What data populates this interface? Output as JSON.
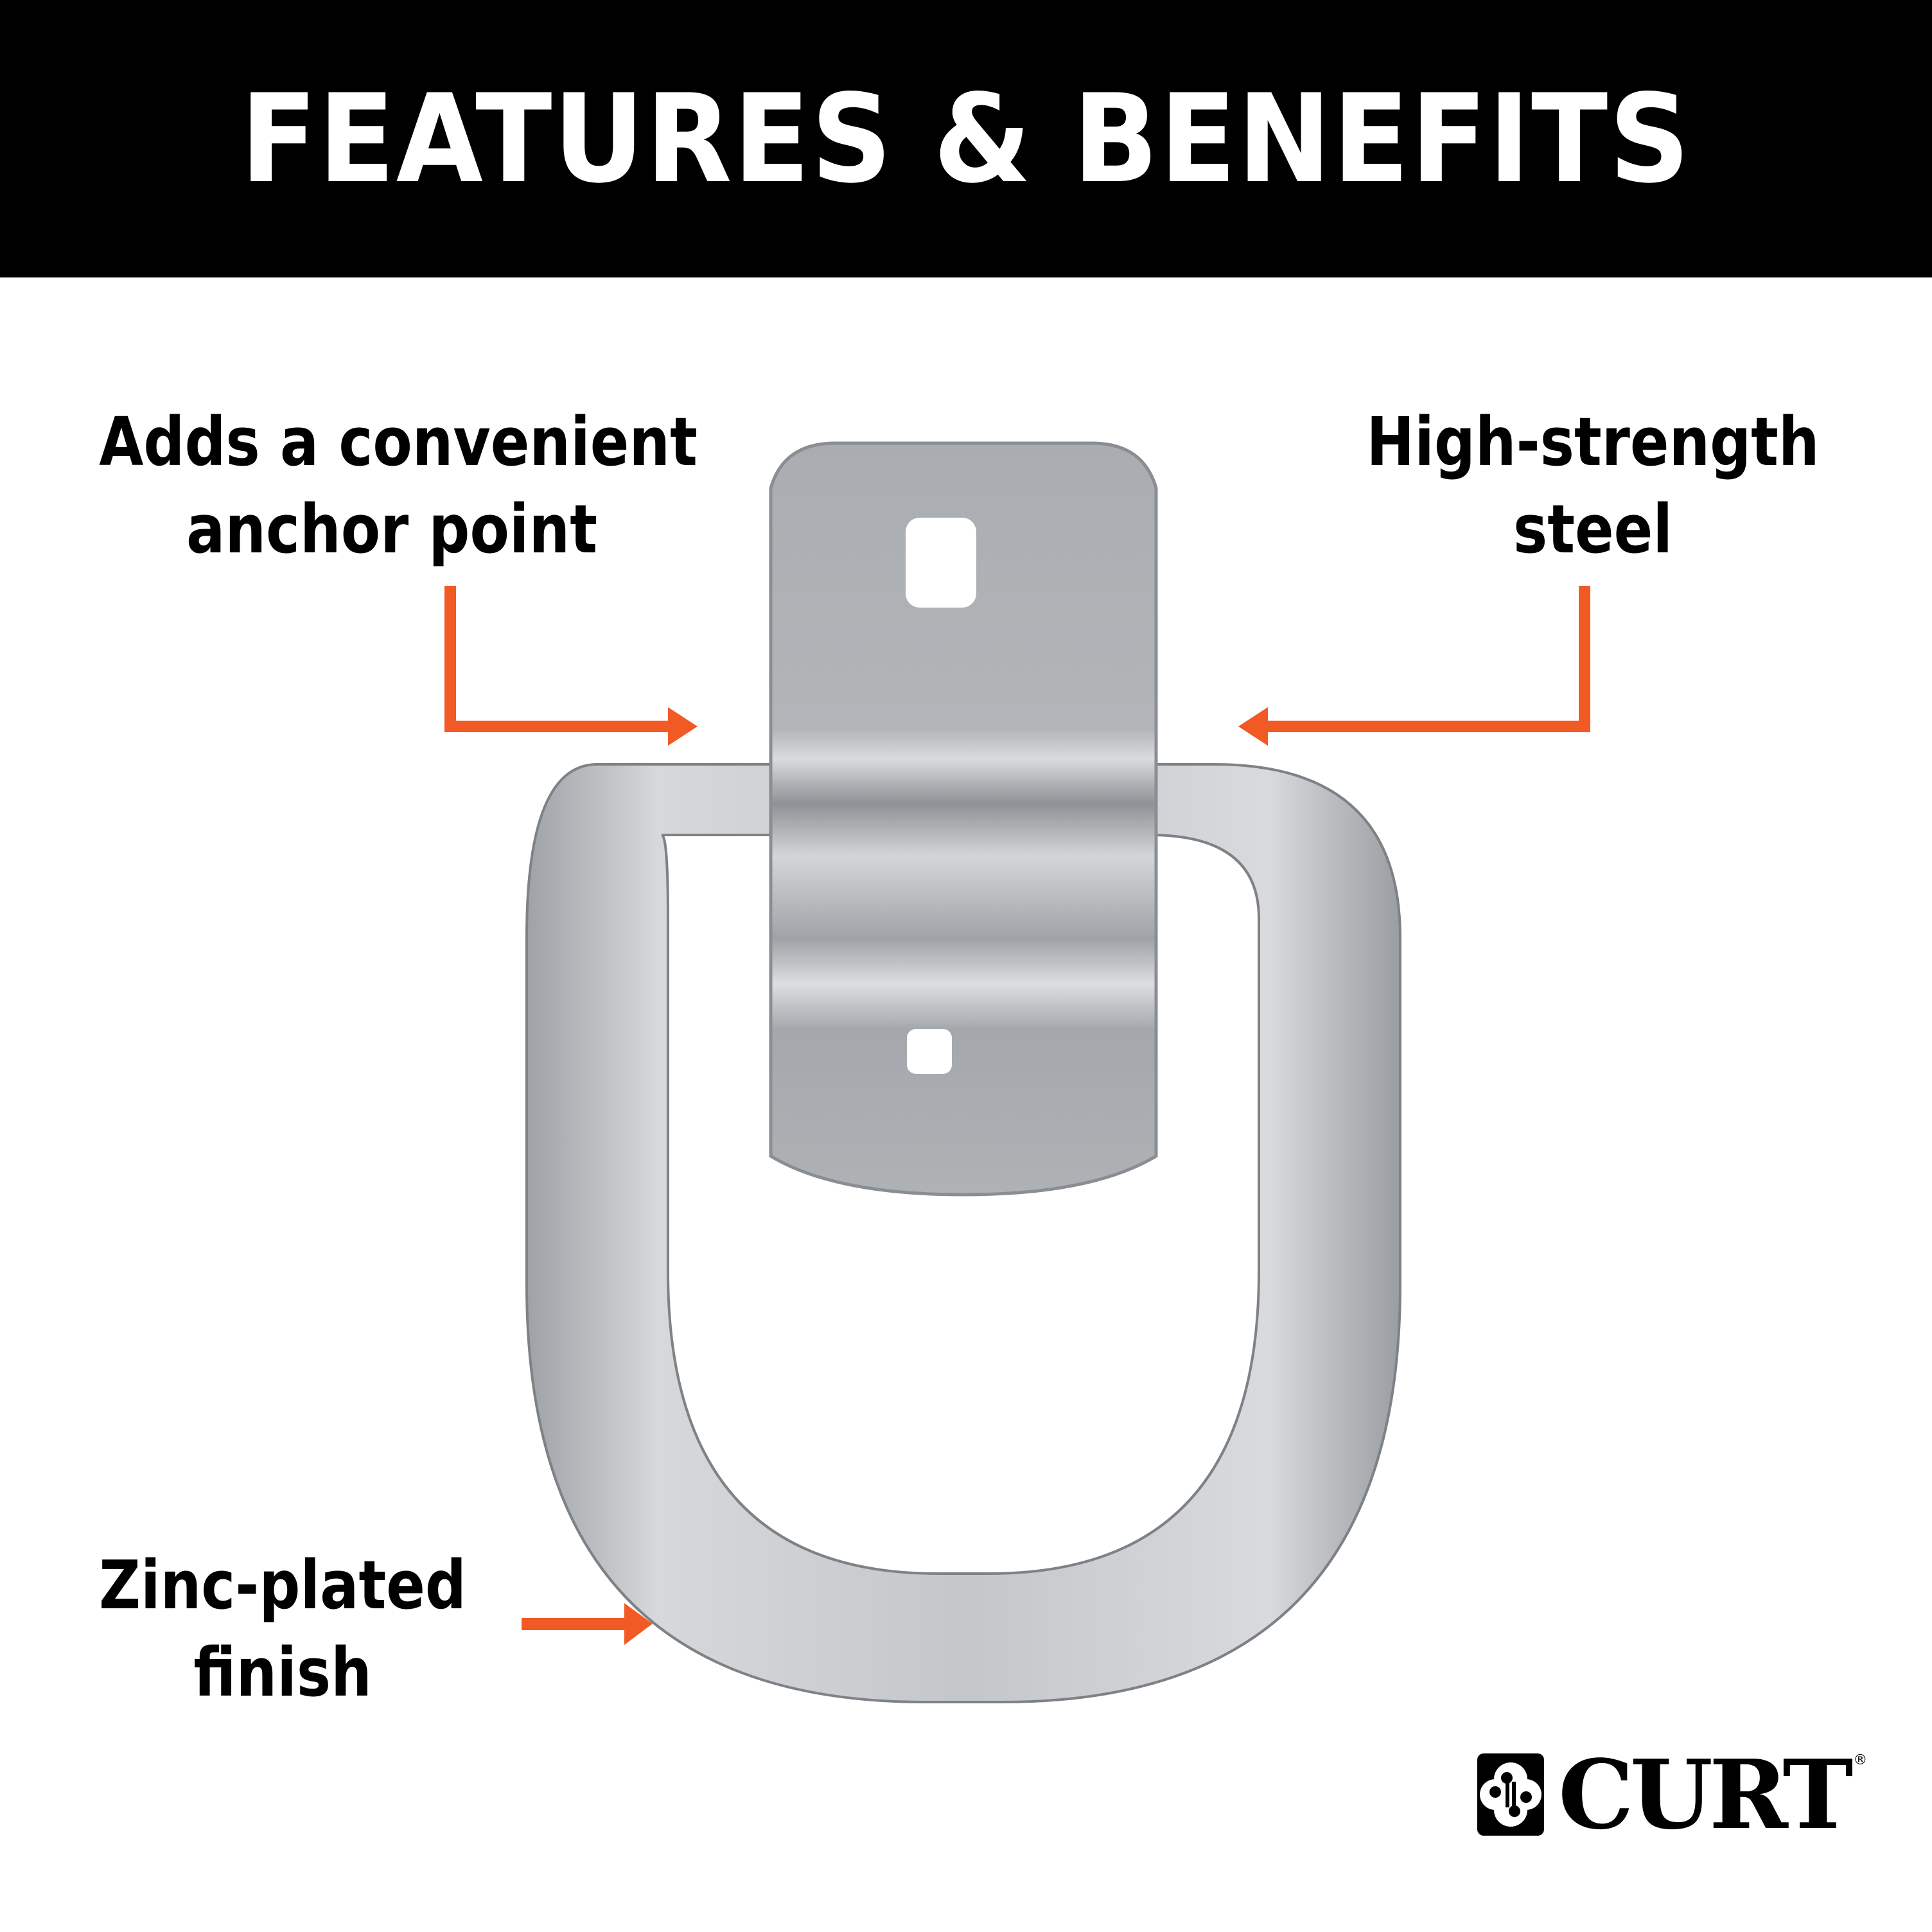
{
  "header": {
    "title": "FEATURES & BENEFITS",
    "background": "#000000",
    "text_color": "#ffffff"
  },
  "callouts": [
    {
      "id": "anchor",
      "lines": [
        "Adds a convenient",
        "anchor point"
      ],
      "arrow": "elbow-right"
    },
    {
      "id": "steel",
      "lines": [
        "High-strength",
        "steel"
      ],
      "arrow": "elbow-left"
    },
    {
      "id": "zinc",
      "lines": [
        "Zinc-plated",
        "finish"
      ],
      "arrow": "straight-right"
    }
  ],
  "accent_color": "#f15a24",
  "product": {
    "name": "D-ring with mounting bracket",
    "icon": "d-ring-icon",
    "metal_color": "#b9bcbf"
  },
  "brand": {
    "name": "CURT",
    "registered_mark": "®",
    "icon": "curt-logo-mark-icon"
  }
}
